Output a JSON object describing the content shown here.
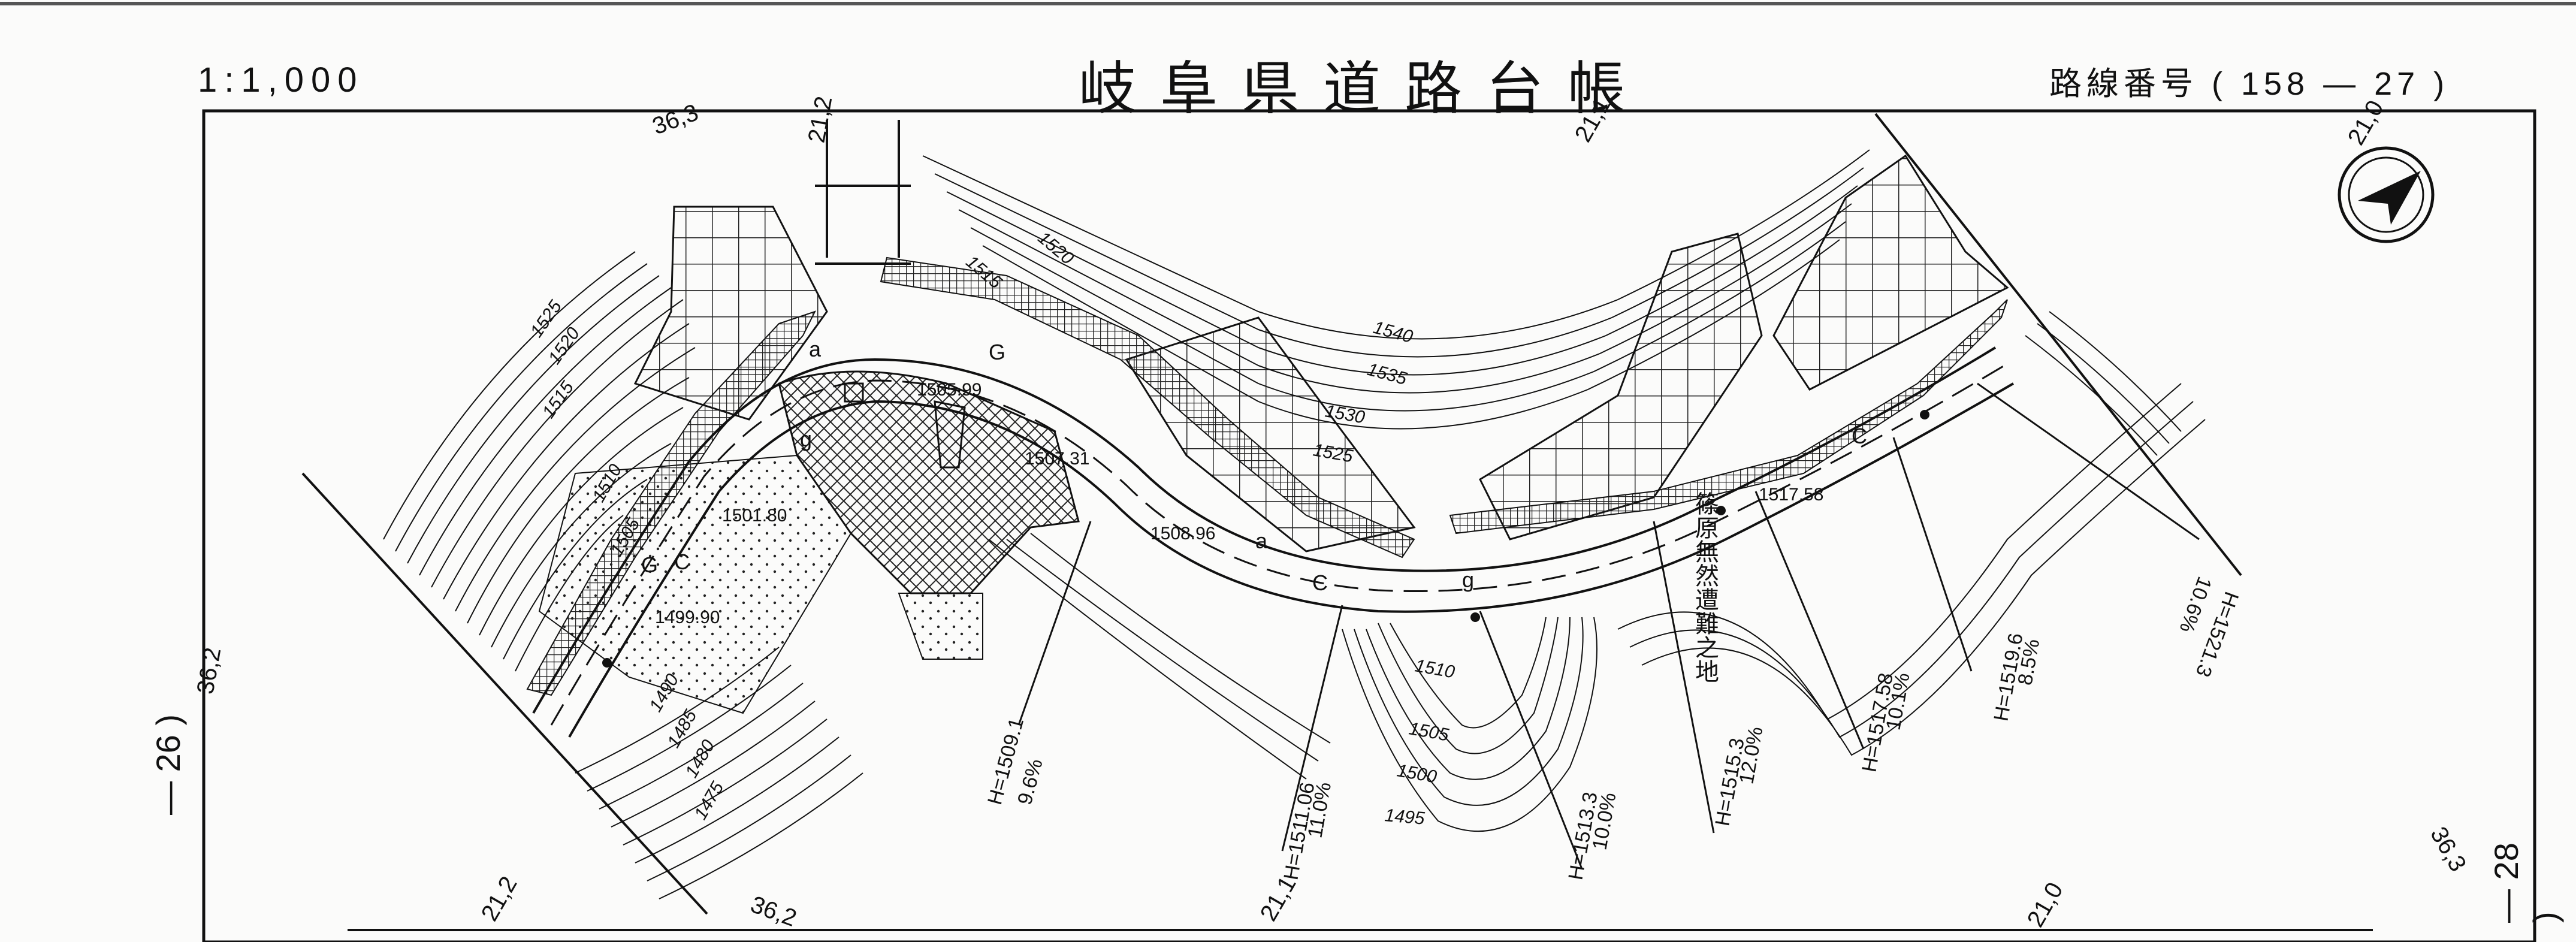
{
  "header": {
    "scale": "1:1,000",
    "title": "岐阜県道路台帳",
    "route": "路線番号 ( 158 ― 27 )"
  },
  "sheet_refs": {
    "left": "― 26 )",
    "right": "― 28 )"
  },
  "grid_labels": {
    "top_a": "36,3",
    "top_b": "21,2",
    "top_c": "21,1",
    "top_d": "21,0",
    "left": "36,2",
    "bottom_a": "21,2",
    "bottom_b": "36,2",
    "bottom_c": "21,1",
    "bottom_d": "21,0",
    "right": "36,3"
  },
  "contours": {
    "c1475": "1475",
    "c1480": "1480",
    "c1485": "1485",
    "c1490": "1490",
    "c1495": "1495",
    "c1500": "1500",
    "c1505a": "1505",
    "c1505b": "1505",
    "c1510a": "1510",
    "c1510b": "1510",
    "c1515a": "1515",
    "c1515b": "1515",
    "c1520a": "1520",
    "c1520b": "1520",
    "c1525a": "1525",
    "c1525b": "1525",
    "c1530": "1530",
    "c1535": "1535",
    "c1540": "1540"
  },
  "spot_heights": {
    "s1": "1505.99",
    "s2": "1507.31",
    "s3": "1508.96",
    "s4": "1501.80",
    "s5": "1499.90",
    "s6": "1517.58"
  },
  "grade_labels": {
    "g1": "H=1509.1",
    "g1p": "9.6%",
    "g2": "H=1511.06",
    "g2p": "11.0%",
    "g3": "H=1513.3",
    "g3p": "10.0%",
    "g4": "H=1515.3",
    "g4p": "12.0%",
    "g5": "H=1517.58",
    "g5p": "10.1%",
    "g6": "H=1519.6",
    "g6p": "8.5%",
    "g7": "H=1521.3",
    "g7p": "10.6%"
  },
  "facility_label": "篠原無然遭難之地",
  "road_marks": {
    "g_a": "G",
    "g_b": "G",
    "c_a": "C",
    "c_b": "C",
    "c_c": "C",
    "a_a": "a",
    "a_b": "a",
    "g_lower_a": "g",
    "g_lower_b": "g"
  },
  "north_arrow": "north-arrow"
}
